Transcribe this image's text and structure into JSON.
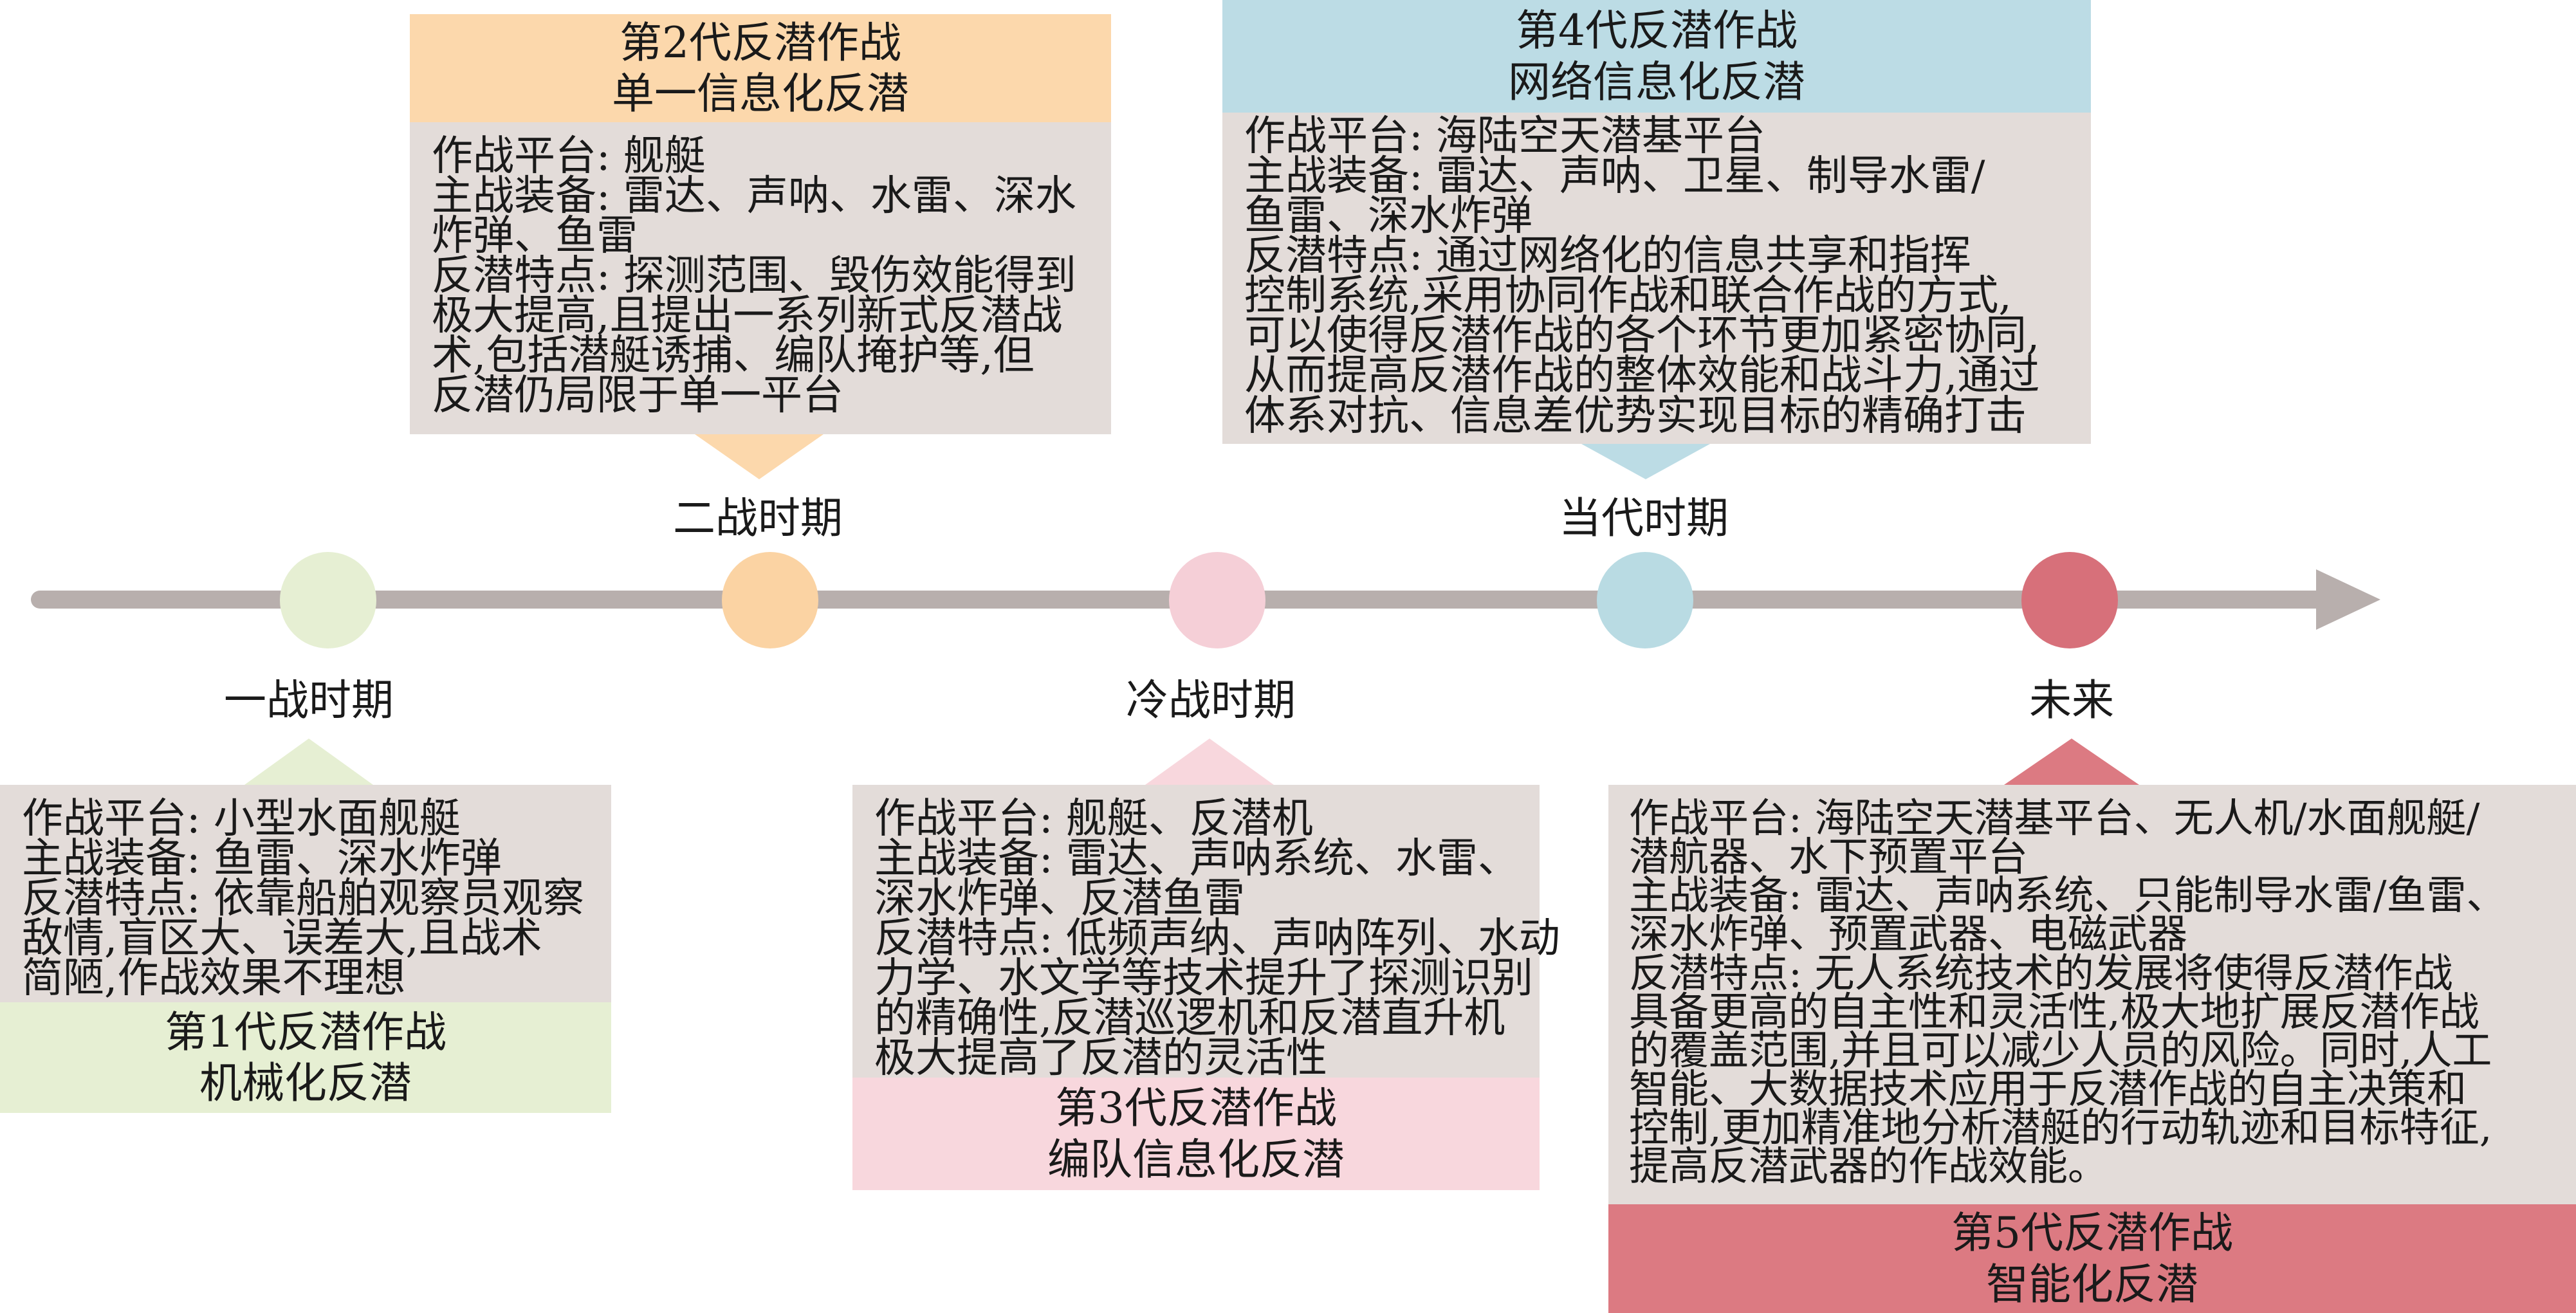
{
  "colors": {
    "gen1": "#e6efd3",
    "gen2": "#fcd8ac",
    "gen3": "#f8d7dd",
    "gen4": "#bcdce5",
    "gen5": "#dc7a82",
    "node1": "#e6efd3",
    "node2": "#fbd3a3",
    "node3": "#f5cfd7",
    "node4": "#b9dbe3",
    "node5": "#d7707a",
    "axis": "#b8afad",
    "body": "#e3dcd9"
  },
  "periods": {
    "p1": "一战时期",
    "p2": "二战时期",
    "p3": "冷战时期",
    "p4": "当代时期",
    "p5": "未来"
  },
  "cards": {
    "gen1": {
      "title": "第1代反潜作战",
      "subtitle": "机械化反潜",
      "lines": [
        "作战平台: 小型水面舰艇",
        "主战装备: 鱼雷、深水炸弹",
        "反潜特点: 依靠船舶观察员观察",
        "敌情,盲区大、误差大,且战术",
        "简陋,作战效果不理想"
      ]
    },
    "gen2": {
      "title": "第2代反潜作战",
      "subtitle": "单一信息化反潜",
      "lines": [
        "作战平台: 舰艇",
        "主战装备: 雷达、声呐、水雷、深水",
        "炸弹、鱼雷",
        "反潜特点: 探测范围、毁伤效能得到",
        "极大提高,且提出一系列新式反潜战",
        "术,包括潜艇诱捕、编队掩护等,但",
        "反潜仍局限于单一平台"
      ]
    },
    "gen3": {
      "title": "第3代反潜作战",
      "subtitle": "编队信息化反潜",
      "lines": [
        "作战平台: 舰艇、反潜机",
        "主战装备: 雷达、声呐系统、水雷、",
        "深水炸弹、反潜鱼雷",
        "反潜特点: 低频声纳、声呐阵列、水动",
        "力学、水文学等技术提升了探测识别",
        "的精确性,反潜巡逻机和反潜直升机",
        "极大提高了反潜的灵活性"
      ]
    },
    "gen4": {
      "title": "第4代反潜作战",
      "subtitle": "网络信息化反潜",
      "lines": [
        "作战平台: 海陆空天潜基平台",
        "主战装备: 雷达、声呐、卫星、制导水雷/",
        "鱼雷、深水炸弹",
        "反潜特点: 通过网络化的信息共享和指挥",
        "控制系统,采用协同作战和联合作战的方式,",
        "可以使得反潜作战的各个环节更加紧密协同,",
        "从而提高反潜作战的整体效能和战斗力,通过",
        "体系对抗、信息差优势实现目标的精确打击"
      ]
    },
    "gen5": {
      "title": "第5代反潜作战",
      "subtitle": "智能化反潜",
      "lines": [
        "作战平台: 海陆空天潜基平台、无人机/水面舰艇/",
        "潜航器、水下预置平台",
        "主战装备: 雷达、声呐系统、只能制导水雷/鱼雷、",
        "深水炸弹、预置武器、电磁武器",
        "反潜特点: 无人系统技术的发展将使得反潜作战",
        "具备更高的自主性和灵活性,极大地扩展反潜作战",
        "的覆盖范围,并且可以减少人员的风险。同时,人工",
        "智能、大数据技术应用于反潜作战的自主决策和",
        "控制,更加精准地分析潜艇的行动轨迹和目标特征,",
        "提高反潜武器的作战效能。"
      ]
    }
  }
}
